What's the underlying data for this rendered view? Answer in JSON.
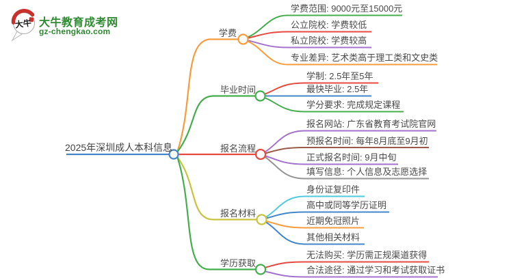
{
  "logo": {
    "title": "大牛教育成考网",
    "subtitle": "gz-chengkao.com",
    "icon_text": "大牛",
    "brand_green": "#2e8b31",
    "brand_red": "#c9302c"
  },
  "mindmap": {
    "root": {
      "label": "2025年深圳成人本科信息",
      "color": "#4285c9"
    },
    "branches": [
      {
        "label": "学费",
        "color": "#f89b3c",
        "children": [
          {
            "label": "学费范围: 9000元至15000元",
            "color": "#44ad4c"
          },
          {
            "label": "公立院校: 学费较低",
            "color": "#e74840"
          },
          {
            "label": "私立院校: 学费较高",
            "color": "#a471ce"
          },
          {
            "label": "专业差异: 艺术类高于理工类和文史类",
            "color": "#f89b3c"
          }
        ]
      },
      {
        "label": "毕业时间",
        "color": "#44ad4c",
        "children": [
          {
            "label": "学制: 2.5年至5年",
            "color": "#e74840"
          },
          {
            "label": "最快毕业: 2.5年",
            "color": "#4285c9"
          },
          {
            "label": "学分要求: 完成规定课程",
            "color": "#44ad4c"
          }
        ]
      },
      {
        "label": "报名流程",
        "color": "#e74840",
        "children": [
          {
            "label": "报名网站: 广东省教育考试院官网",
            "color": "#a471ce"
          },
          {
            "label": "预报名时间: 每年8月底至9月初",
            "color": "#9b5a49"
          },
          {
            "label": "正式报名时间: 9月中旬",
            "color": "#a471ce"
          },
          {
            "label": "填写信息: 个人信息及志愿选择",
            "color": "#949494"
          }
        ]
      },
      {
        "label": "报名材料",
        "color": "#c9c23a",
        "children": [
          {
            "label": "身份证复印件",
            "color": "#4ec9de"
          },
          {
            "label": "高中或同等学历证明",
            "color": "#4285c9"
          },
          {
            "label": "近期免冠照片",
            "color": "#f89b3c"
          },
          {
            "label": "其他相关材料",
            "color": "#4285c9"
          }
        ]
      },
      {
        "label": "学历获取",
        "color": "#44ad4c",
        "children": [
          {
            "label": "无法购买: 学历需正规渠道获得",
            "color": "#e74840"
          },
          {
            "label": "合法途径: 通过学习和考试获取证书",
            "color": "#a471ce"
          }
        ]
      }
    ]
  }
}
